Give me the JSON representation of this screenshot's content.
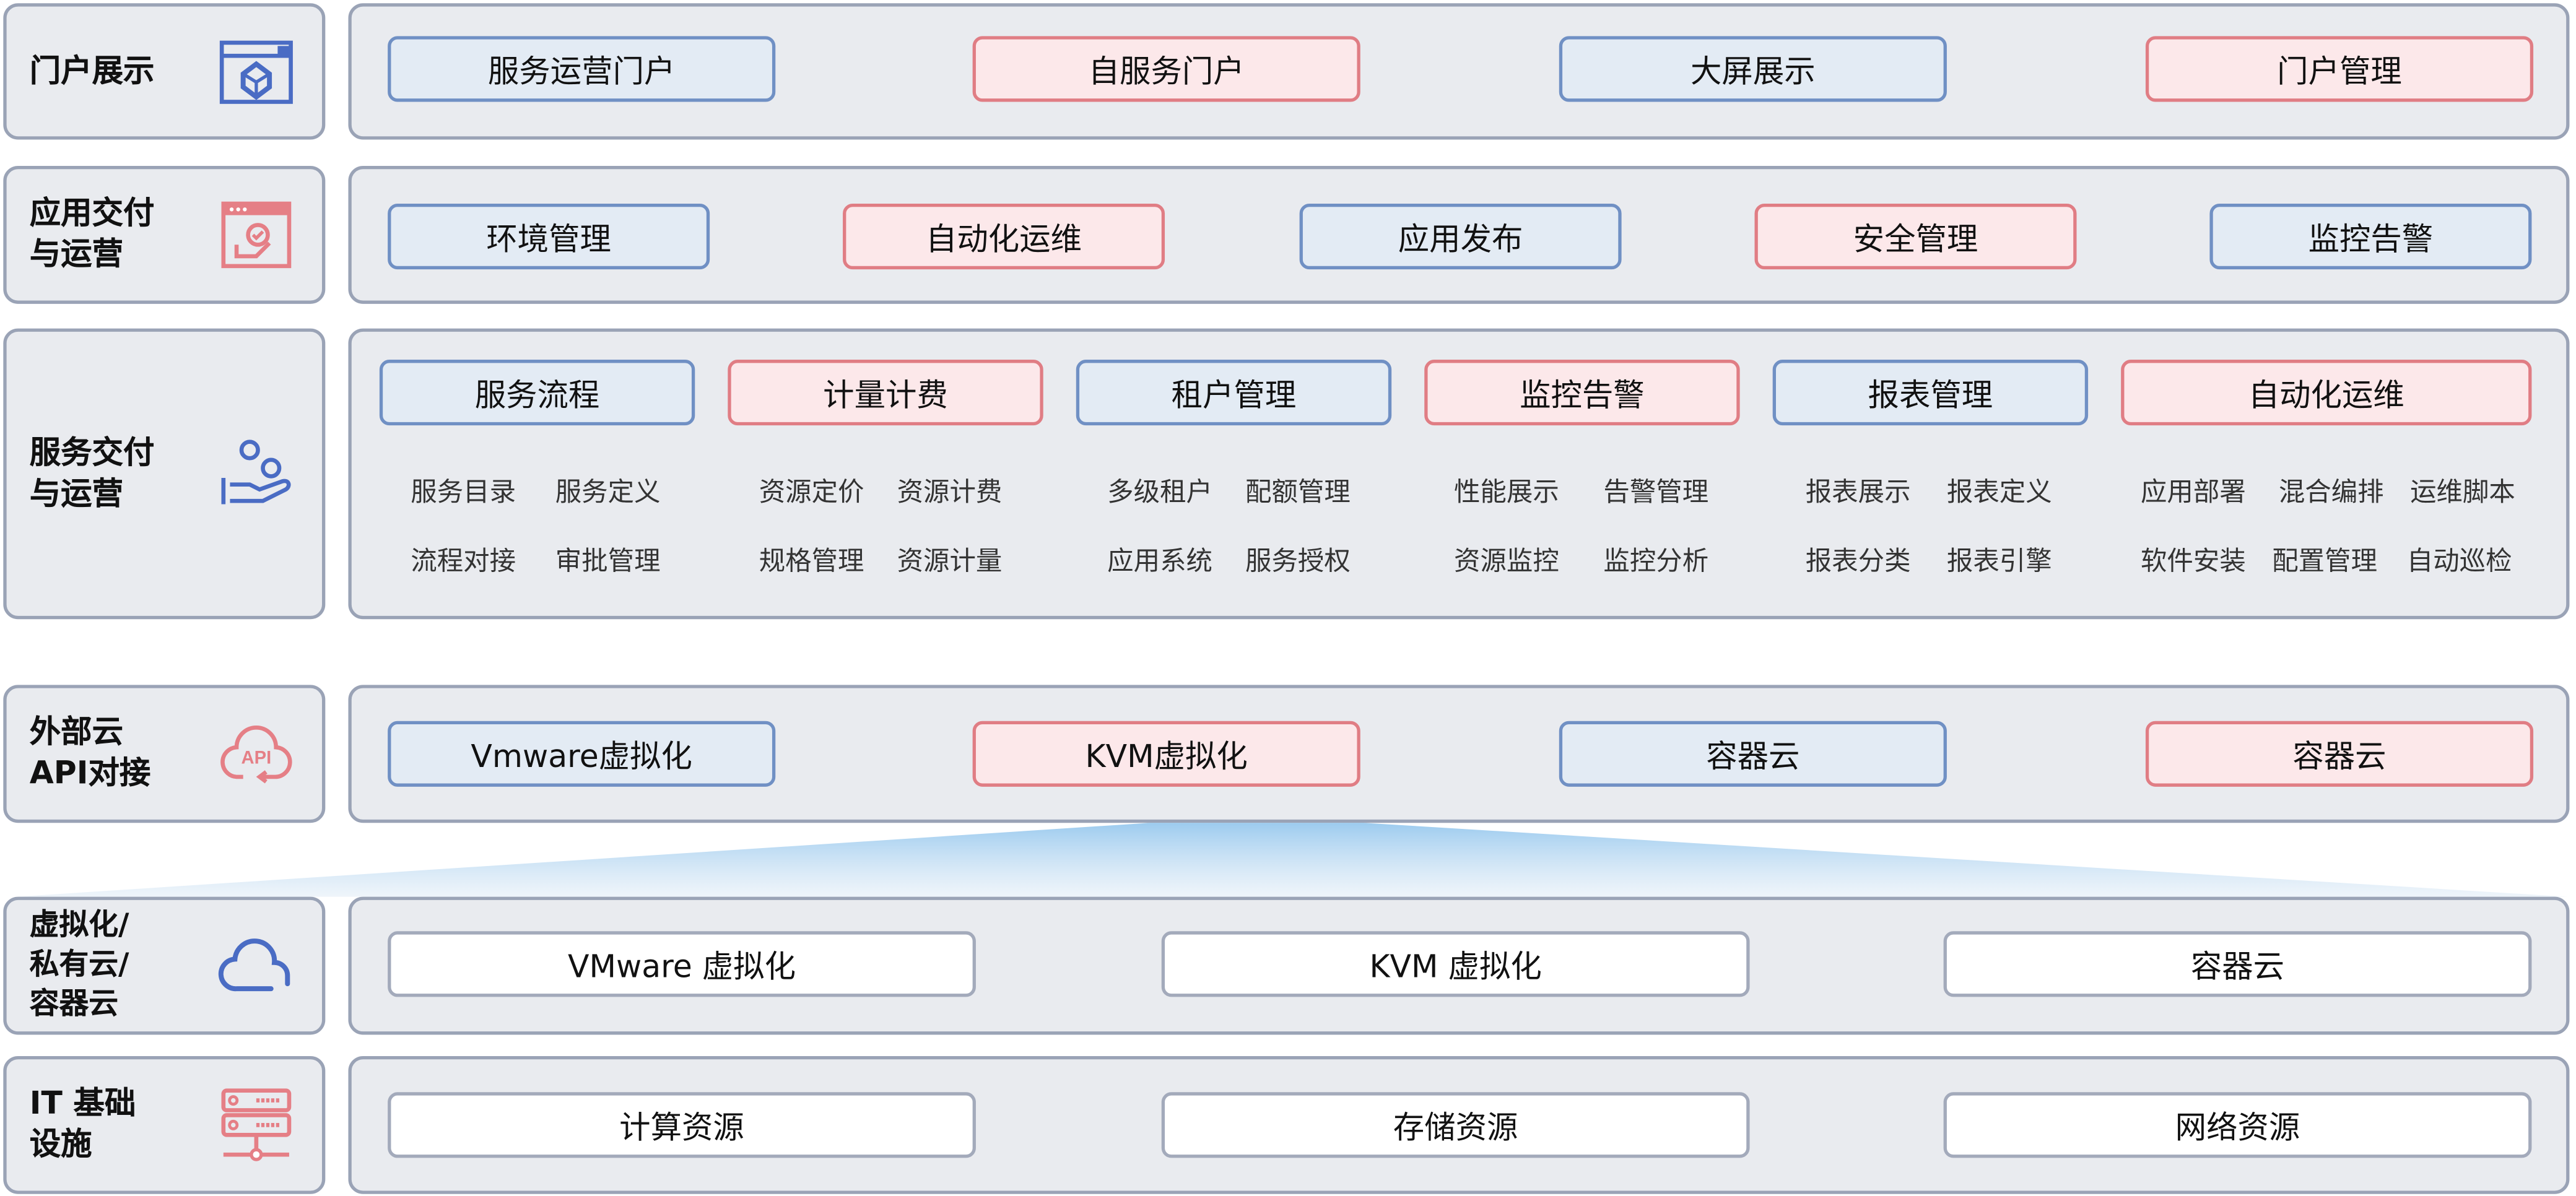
{
  "rows": [
    {
      "label": "门户展示",
      "icon": "portal-box-icon",
      "items": [
        "服务运营门户",
        "自服务门户",
        "大屏展示",
        "门户管理"
      ]
    },
    {
      "label": "应用交付\n与运营",
      "icon": "app-check-window-icon",
      "items": [
        "环境管理",
        "自动化运维",
        "应用发布",
        "安全管理",
        "监控告警"
      ]
    },
    {
      "label": "服务交付\n与运营",
      "icon": "hand-service-icon",
      "groups": [
        {
          "title": "服务流程",
          "items": [
            "服务目录",
            "服务定义",
            "流程对接",
            "审批管理"
          ]
        },
        {
          "title": "计量计费",
          "items": [
            "资源定价",
            "资源计费",
            "规格管理",
            "资源计量"
          ]
        },
        {
          "title": "租户管理",
          "items": [
            "多级租户",
            "配额管理",
            "应用系统",
            "服务授权"
          ]
        },
        {
          "title": "监控告警",
          "items": [
            "性能展示",
            "告警管理",
            "资源监控",
            "监控分析"
          ]
        },
        {
          "title": "报表管理",
          "items": [
            "报表展示",
            "报表定义",
            "报表分类",
            "报表引擎"
          ]
        },
        {
          "title": "自动化运维",
          "items": [
            "应用部署",
            "混合编排",
            "运维脚本",
            "软件安装",
            "配置管理",
            "自动巡检"
          ]
        }
      ]
    },
    {
      "label": "外部云\nAPI对接",
      "icon": "cloud-api-icon",
      "icon_text": "API",
      "items": [
        "Vmware虚拟化",
        "KVM虚拟化",
        "容器云",
        "容器云"
      ]
    },
    {
      "label": "虚拟化/\n私有云/\n容器云",
      "icon": "cloud-icon",
      "items": [
        "VMware 虚拟化",
        "KVM 虚拟化",
        "容器云"
      ]
    },
    {
      "label": "IT 基础\n设施",
      "icon": "server-rack-icon",
      "items": [
        "计算资源",
        "存储资源",
        "网络资源"
      ]
    }
  ],
  "colors": {
    "blue_fill": "#e3ebf4",
    "blue_border": "#7090c4",
    "pink_fill": "#fce8ea",
    "pink_border": "#e07d84",
    "icon_blue": "#4a6cc4",
    "icon_pink": "#e57f86"
  }
}
